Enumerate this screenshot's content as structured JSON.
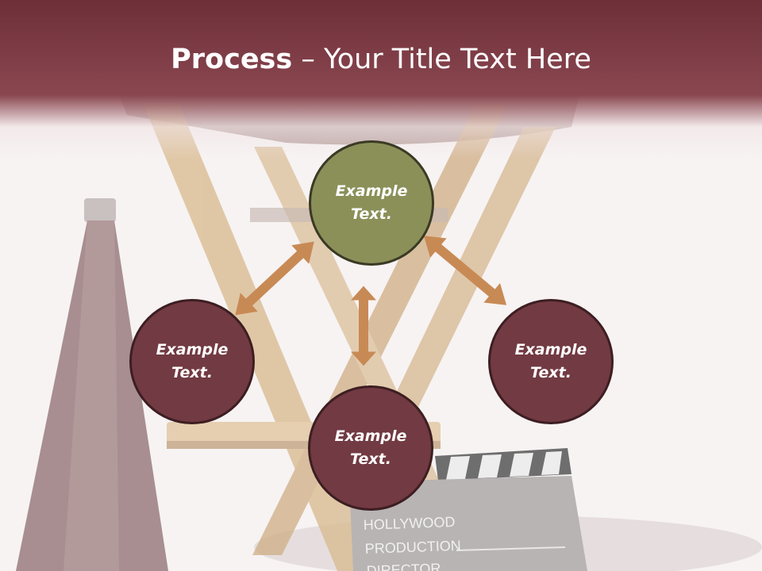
{
  "slide": {
    "title_bold": "Process",
    "title_rest": " – Your Title Text Here",
    "nodes": [
      {
        "line1": "Example",
        "line2": "Text."
      },
      {
        "line1": "Example",
        "line2": "Text."
      },
      {
        "line1": "Example",
        "line2": "Text."
      },
      {
        "line1": "Example",
        "line2": "Text."
      }
    ],
    "background": {
      "clapper_line1": "HOLLYWOOD",
      "clapper_line2": "PRODUCTION",
      "clapper_line3": "DIRECTOR"
    }
  },
  "colors": {
    "title_bar": "#7a3a44",
    "node_maroon": "#723a42",
    "node_olive": "#8b9059",
    "arrow": "#c88a55"
  }
}
